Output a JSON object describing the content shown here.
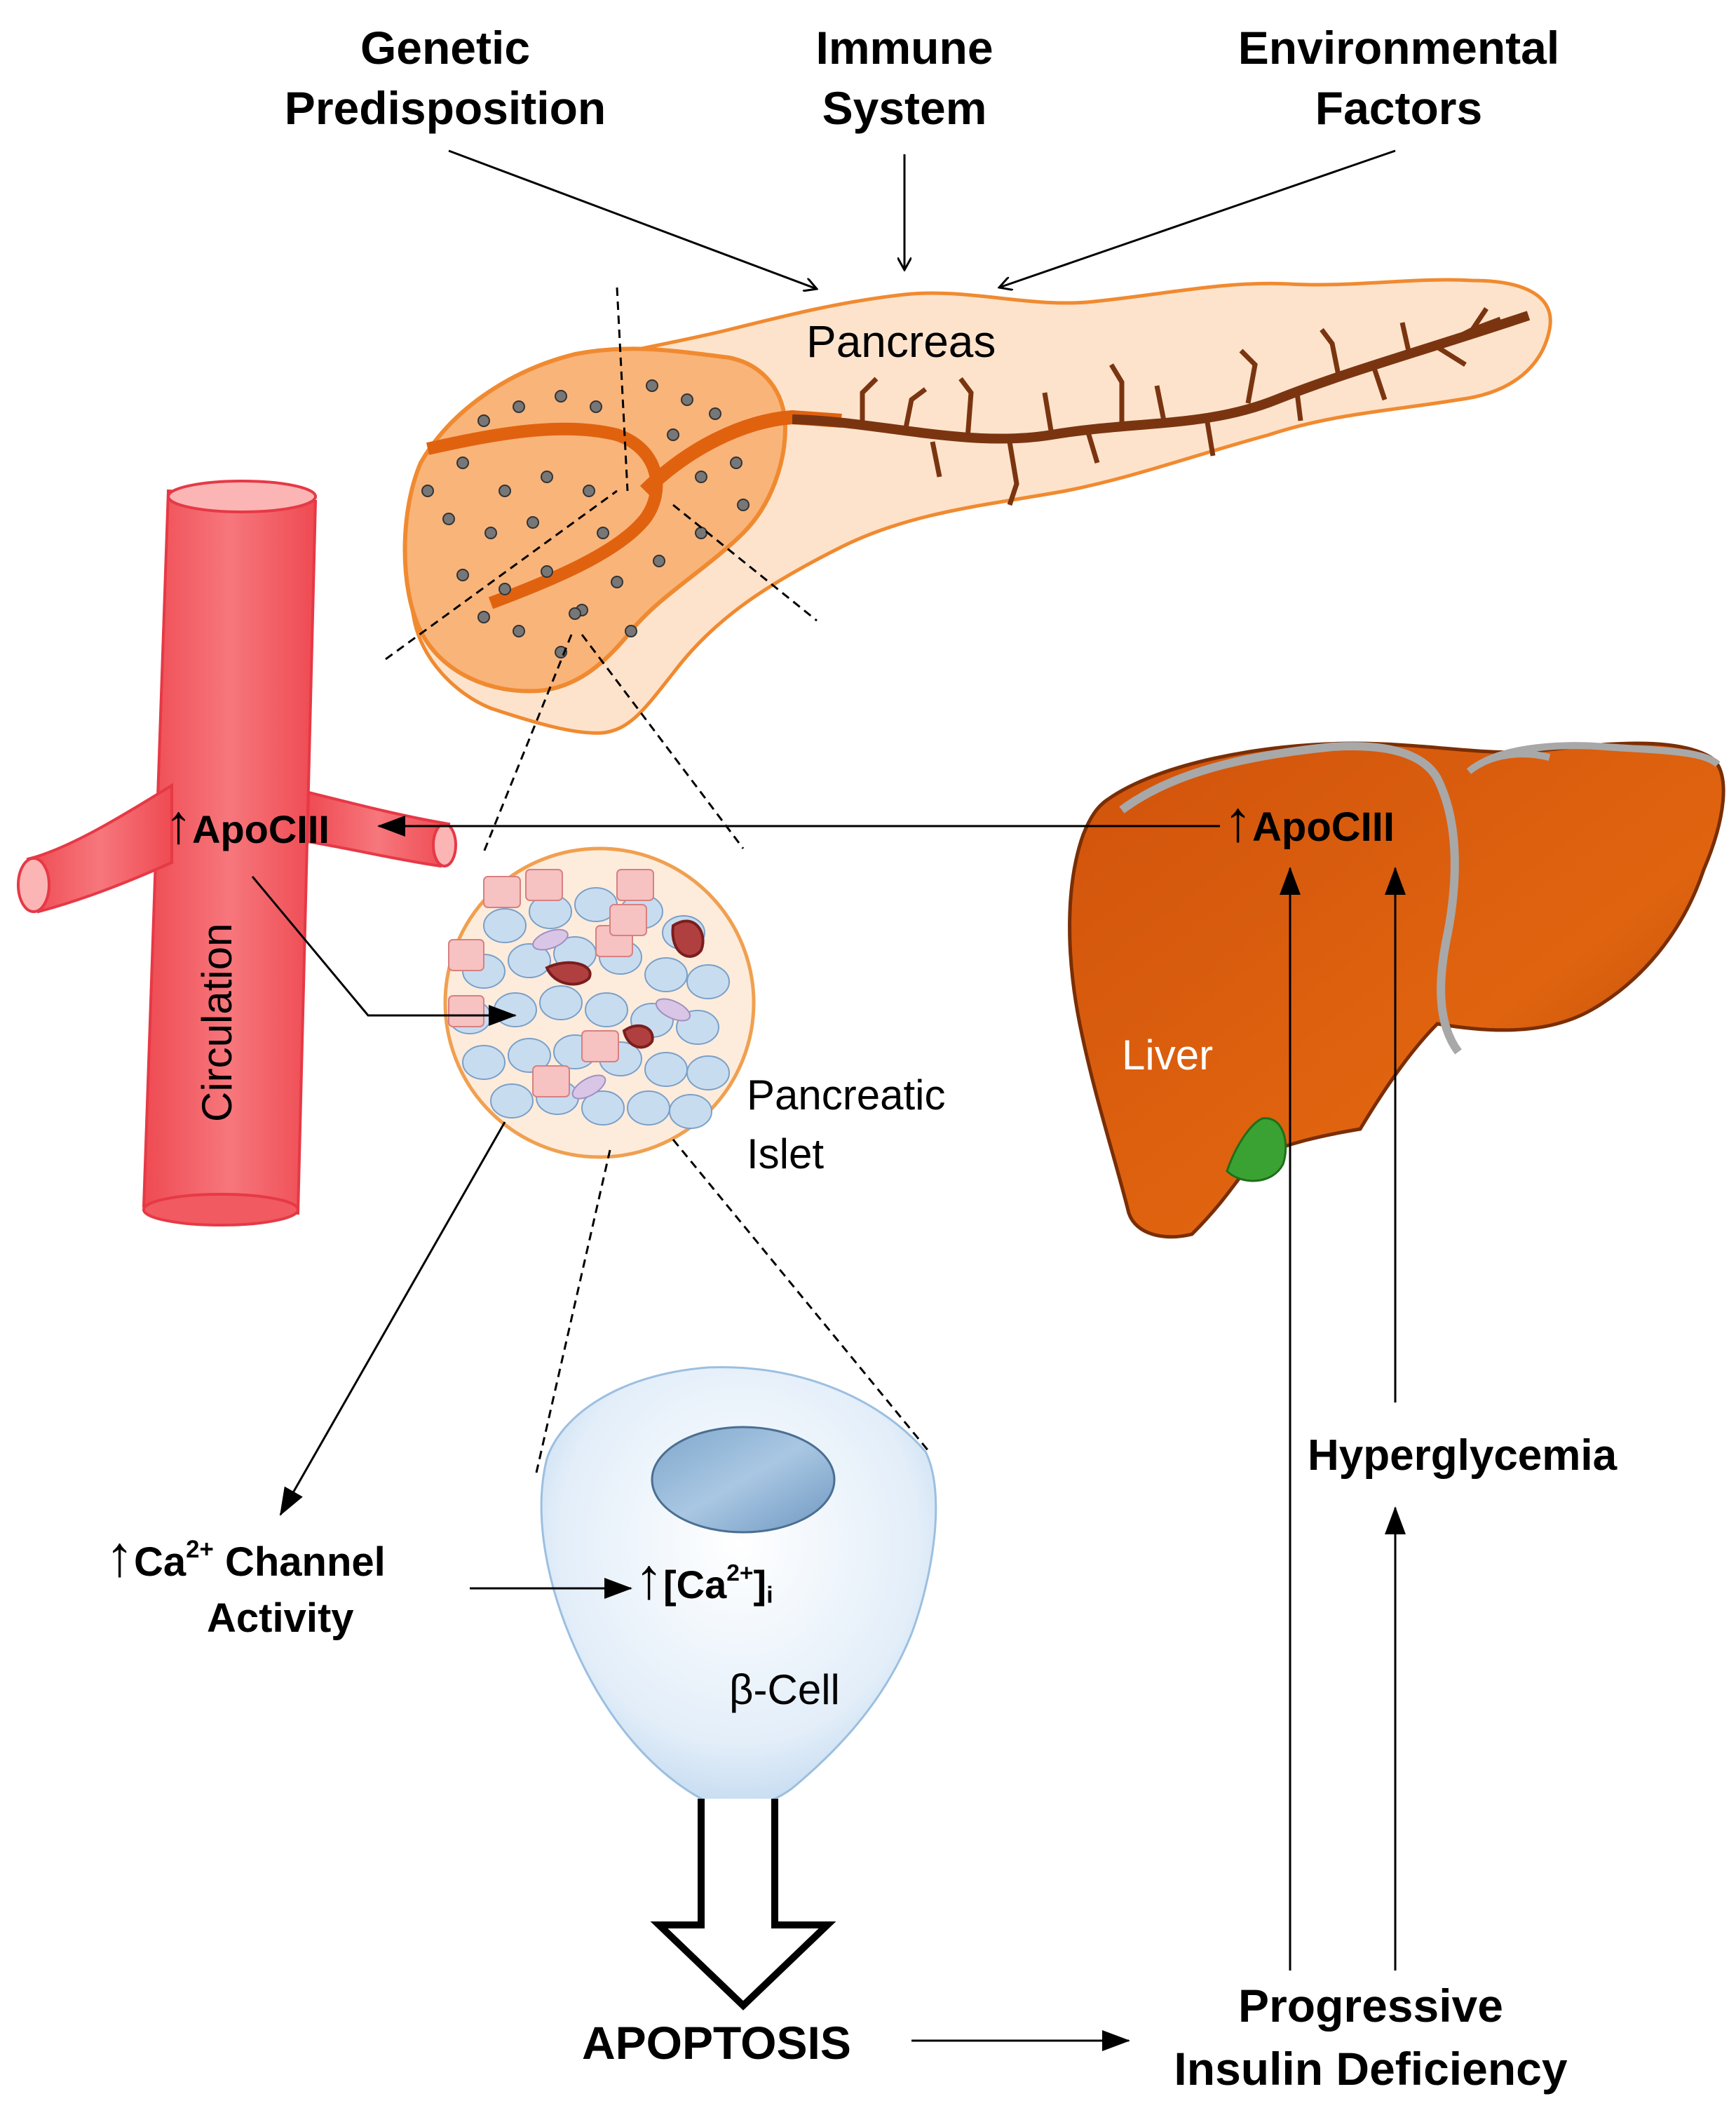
{
  "factors": {
    "genetic_1": "Genetic",
    "genetic_2": "Predisposition",
    "immune_1": "Immune",
    "immune_2": "System",
    "environmental_1": "Environmental",
    "environmental_2": "Factors"
  },
  "organs": {
    "pancreas": "Pancreas",
    "liver": "Liver",
    "circulation": "Circulation",
    "islet_1": "Pancreatic",
    "islet_2": "Islet",
    "beta_cell": "β-Cell"
  },
  "mediators": {
    "up_arrow": "↑",
    "apociii": "ApoCIII",
    "ca": "Ca",
    "charge": "2+",
    "channel": "Channel",
    "activity": "Activity",
    "bracket_open": "[Ca",
    "bracket_close": "]",
    "intracellular": "i"
  },
  "outcomes": {
    "apoptosis": "APOPTOSIS",
    "progressive": "Progressive",
    "insulin_deficiency": "Insulin Deficiency",
    "hyperglycemia": "Hyperglycemia"
  },
  "colors": {
    "pancreas_fill": "#fde3cc",
    "pancreas_stroke": "#f08a30",
    "head_fill": "#f9b47a",
    "duct": "#7a3510",
    "vessel": "#f2545b",
    "liver": "#d45a10",
    "beta_cell": "#d6e6f6"
  }
}
